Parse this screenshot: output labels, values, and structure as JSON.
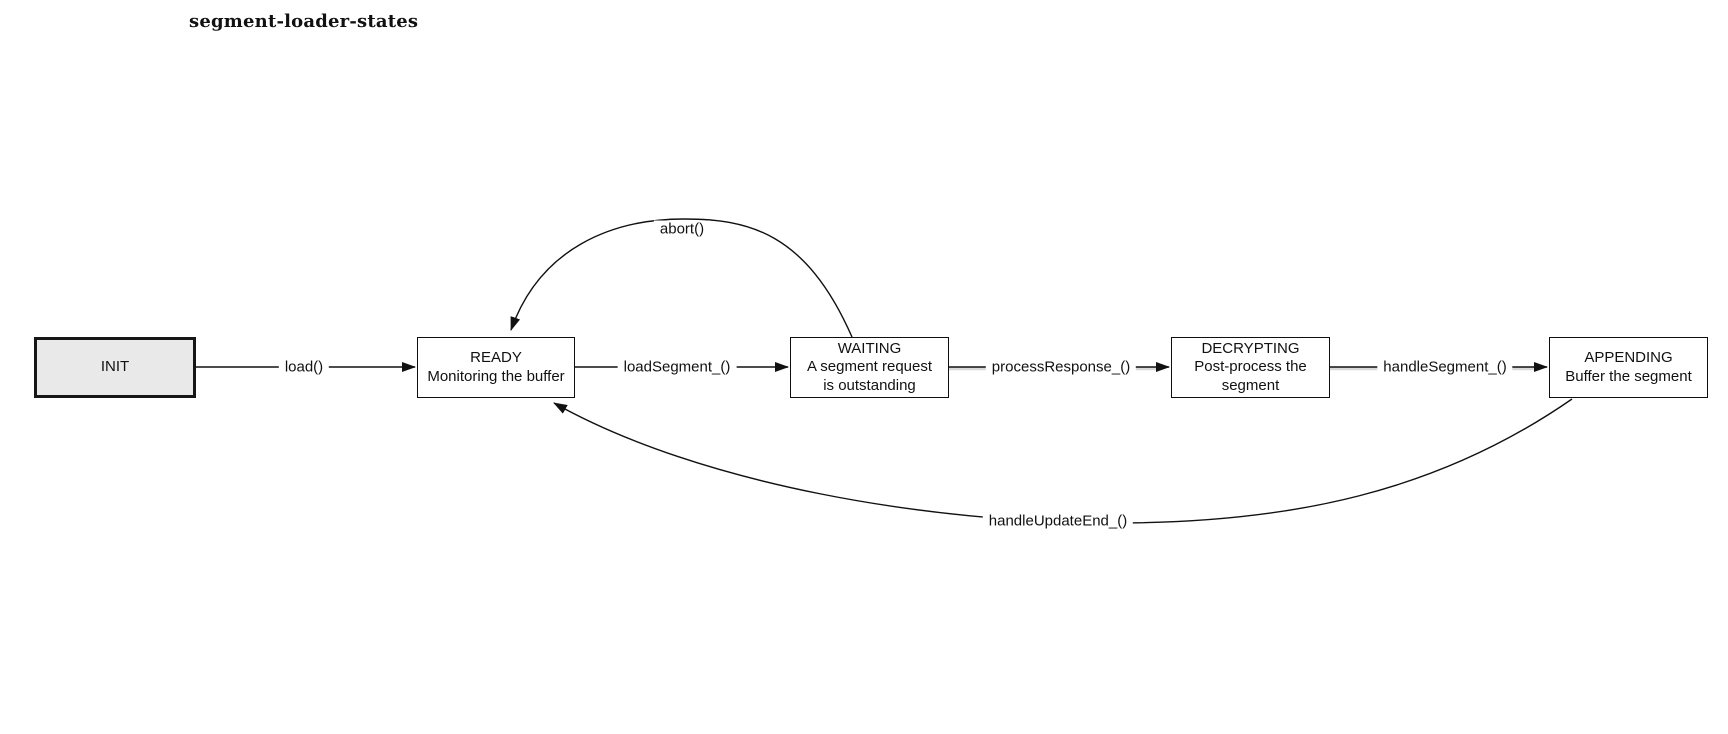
{
  "title": "segment-loader-states",
  "colors": {
    "init_state_fill": "#e9e9e9",
    "state_fill": "#ffffff",
    "stroke": "#111111"
  },
  "diagram": {
    "states": [
      {
        "name": "INIT"
      },
      {
        "name": "READY",
        "line1": "Monitoring the buffer"
      },
      {
        "name": "WAITING",
        "line1": "A segment request",
        "line2": "is outstanding"
      },
      {
        "name": "DECRYPTING",
        "line1": "Post-process the",
        "line2": "segment"
      },
      {
        "name": "APPENDING",
        "line1": "Buffer the segment"
      }
    ],
    "transitions": [
      {
        "from": "INIT",
        "to": "READY",
        "label": "load()"
      },
      {
        "from": "READY",
        "to": "WAITING",
        "label": "loadSegment_()"
      },
      {
        "from": "WAITING",
        "to": "DECRYPTING",
        "label": "processResponse_()"
      },
      {
        "from": "DECRYPTING",
        "to": "APPENDING",
        "label": "handleSegment_()"
      },
      {
        "from": "WAITING",
        "to": "READY",
        "label": "abort()"
      },
      {
        "from": "APPENDING",
        "to": "READY",
        "label": "handleUpdateEnd_()"
      }
    ]
  }
}
